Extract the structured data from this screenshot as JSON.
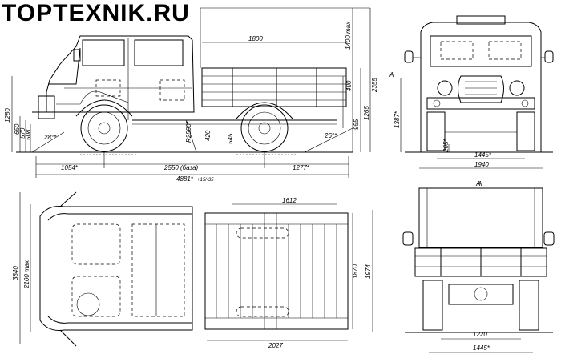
{
  "brand": "TOPTEXNIK.RU",
  "side_view": {
    "dims": {
      "cargo_length": "1800",
      "height_total": "1400 max",
      "side_height": "400",
      "body_height": "2355",
      "height_1265": "1265",
      "floor_955": "955",
      "h_1280": "1280",
      "h_650": "650",
      "h_570": "570",
      "h_508": "508",
      "h_420": "420",
      "h_545": "545",
      "radius": "R2500*",
      "approach_angle": "28°*",
      "departure_angle": "26°*",
      "front_overhang": "1054*",
      "wheelbase": "2550 (база)",
      "rear_overhang": "1277*",
      "overall_length": "4881*",
      "overall_length_tol": "+15/-35",
      "section_a": "А"
    }
  },
  "front_view": {
    "dims": {
      "height_1387": "1387*",
      "clearance": "205*",
      "track": "1445*",
      "width": "1940",
      "section_a": "А"
    }
  },
  "top_view": {
    "dims": {
      "inner_width": "1612",
      "cab_width": "3840",
      "width_max": "2100 max",
      "inner_length": "1870",
      "outer_length": "1974",
      "length_2027": "2027"
    }
  },
  "rear_view": {
    "dims": {
      "rear_track": "1220",
      "track": "1445*",
      "section_a": "А"
    }
  }
}
